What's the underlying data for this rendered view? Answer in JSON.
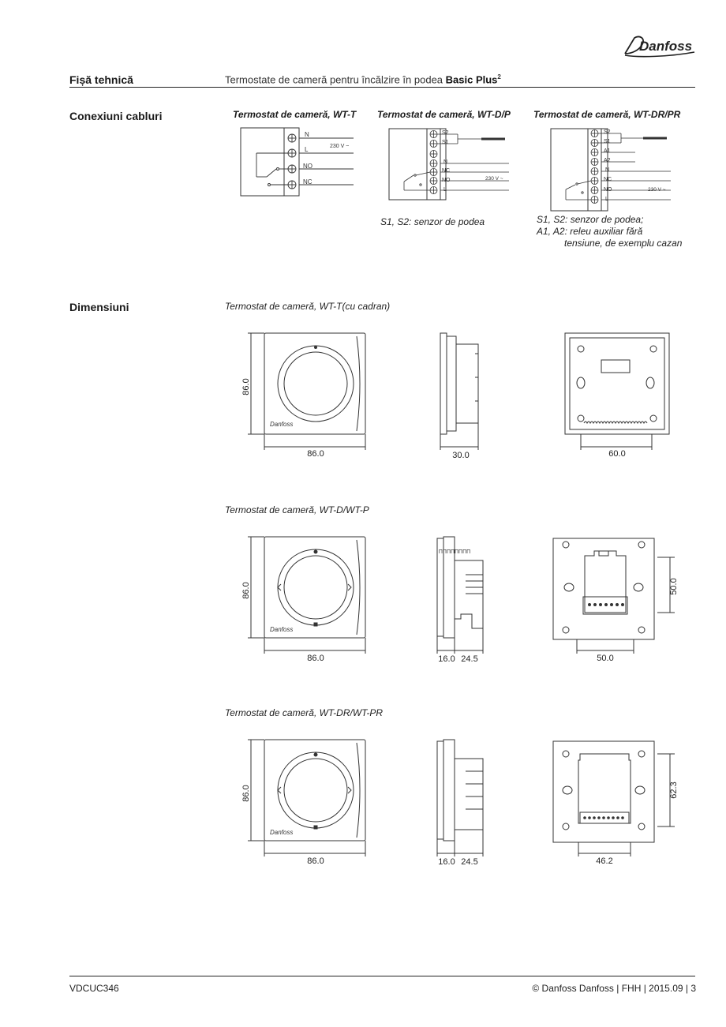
{
  "brand": "Danfoss",
  "header": {
    "left": "Fișă tehnică",
    "right_prefix": "Termostate de cameră pentru încălzire în podea ",
    "right_bold": "Basic Plus",
    "right_sup": "2"
  },
  "sections": {
    "wiring": "Conexiuni cabluri",
    "dimensions": "Dimensiuni"
  },
  "wiring": [
    {
      "title": "Termostat de cameră, WT-T",
      "terminals": [
        "N",
        "L",
        "NO",
        "NC"
      ],
      "voltage": "230 V ~",
      "caption": []
    },
    {
      "title": "Termostat de cameră, WT-D/P",
      "terminals": [
        "S2",
        "S1",
        "",
        "N",
        "NC",
        "NO",
        "L"
      ],
      "voltage": "230 V ~",
      "caption": [
        "S1, S2: senzor de podea"
      ]
    },
    {
      "title": "Termostat de cameră, WT-DR/PR",
      "terminals": [
        "S2",
        "S1",
        "A1",
        "A2",
        "N",
        "NC",
        "NO",
        "L"
      ],
      "voltage": "230 V ~",
      "caption": [
        "S1, S2: senzor de podea;",
        "A1, A2: releu auxiliar fără",
        "tensiune, de exemplu cazan"
      ]
    }
  ],
  "dimensions": [
    {
      "title": "Termostat de cameră, WT-T(cu cadran)",
      "front_height": "86.0",
      "front_width": "86.0",
      "side_depth": "30.0",
      "back_width": "60.0"
    },
    {
      "title": "Termostat de cameră, WT-D/WT-P",
      "front_height": "86.0",
      "front_width": "86.0",
      "side_a": "16.0",
      "side_b": "24.5",
      "back_width": "50.0",
      "back_height": "50.0"
    },
    {
      "title": "Termostat de cameră, WT-DR/WT-PR",
      "front_height": "86.0",
      "front_width": "86.0",
      "side_a": "16.0",
      "side_b": "24.5",
      "back_width": "46.2",
      "back_height": "62.3"
    }
  ],
  "footer": {
    "left": "VDCUC346",
    "right": "© Danfoss Danfoss | FHH | 2015.09  | 3"
  }
}
